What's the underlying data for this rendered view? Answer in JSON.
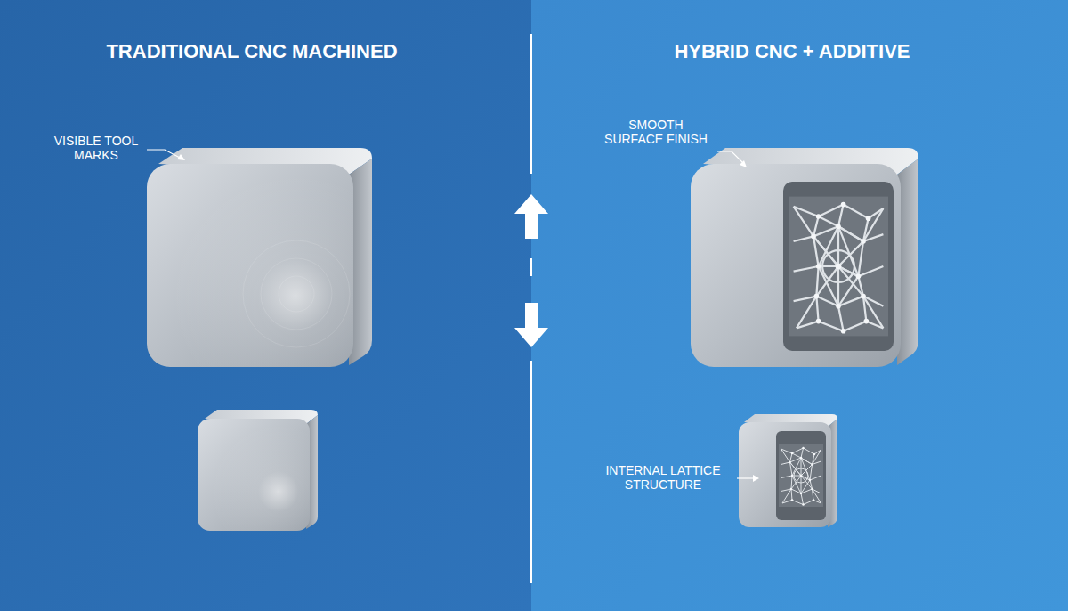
{
  "diagram": {
    "labels": [
      "TRADITIONAL CNC MACHINED",
      "VISIBLE TOOL MARKS",
      "HYBRID CNC + ADDITIVE",
      "SMOOTH SURFACE FINISH",
      "INTERNAL LATTICE STRUCTURE"
    ]
  }
}
